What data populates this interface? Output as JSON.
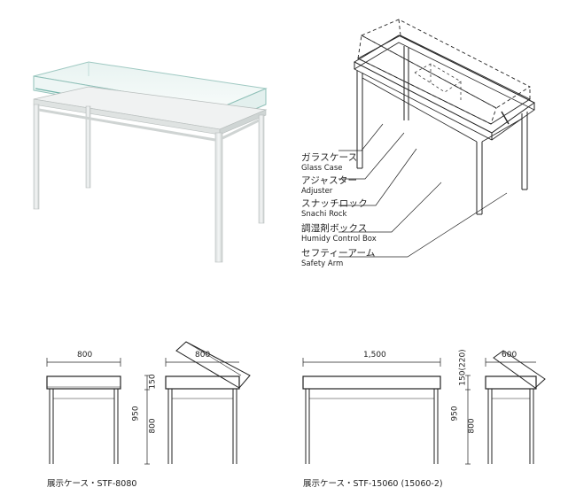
{
  "labels": [
    {
      "jp": "ガラスケース",
      "en": "Glass Case"
    },
    {
      "jp": "アジャスター",
      "en": "Adjuster"
    },
    {
      "jp": "スナッチロック",
      "en": "Snachi Rock"
    },
    {
      "jp": "調湿剤ボックス",
      "en": "Humidy Control Box"
    },
    {
      "jp": "セフティーアーム",
      "en": "Safety Arm"
    }
  ],
  "drawing1": {
    "front_width": "800",
    "side_depth": "800",
    "case_height": "150",
    "total_height": "950",
    "table_height": "800",
    "caption": "展示ケース・STF-8080"
  },
  "drawing2": {
    "front_width": "1,500",
    "side_depth": "600",
    "case_height": "150(220)",
    "total_height": "950",
    "table_height": "800",
    "caption": "展示ケース・STF-15060 (15060-2)"
  }
}
